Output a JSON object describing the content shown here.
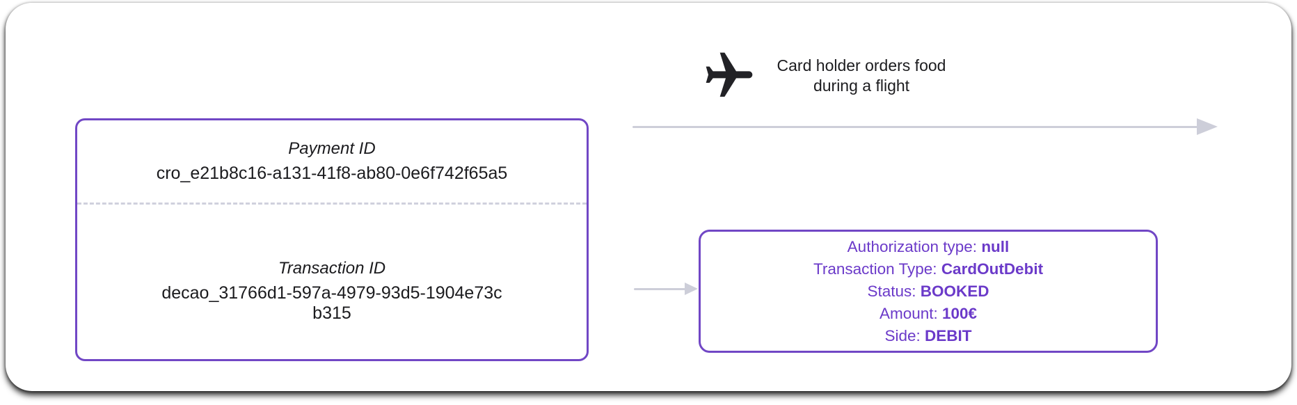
{
  "colors": {
    "purple_border": "#7147c5",
    "purple_text": "#6b3ac9",
    "arrow_gray": "#cdced9",
    "text_dark": "#1b1b1e"
  },
  "caption": {
    "line1": "Card holder orders food",
    "line2": "during a flight"
  },
  "icons": {
    "plane": "airplane-icon"
  },
  "id_card": {
    "payment": {
      "label": "Payment ID",
      "value": "cro_e21b8c16-a131-41f8-ab80-0e6f742f65a5"
    },
    "transaction": {
      "label": "Transaction ID",
      "value": "decao_31766d1-597a-4979-93d5-1904e73cb315",
      "value_lines": [
        "decao_31766d1-597a-4979-93d5-1904e73c",
        "b315"
      ]
    }
  },
  "result_card": {
    "fields": [
      {
        "label": "Authorization type:",
        "value": "null"
      },
      {
        "label": "Transaction Type:",
        "value": "CardOutDebit"
      },
      {
        "label": "Status:",
        "value": "BOOKED"
      },
      {
        "label": "Amount:",
        "value": "100€"
      },
      {
        "label": "Side:",
        "value": "DEBIT"
      }
    ]
  }
}
